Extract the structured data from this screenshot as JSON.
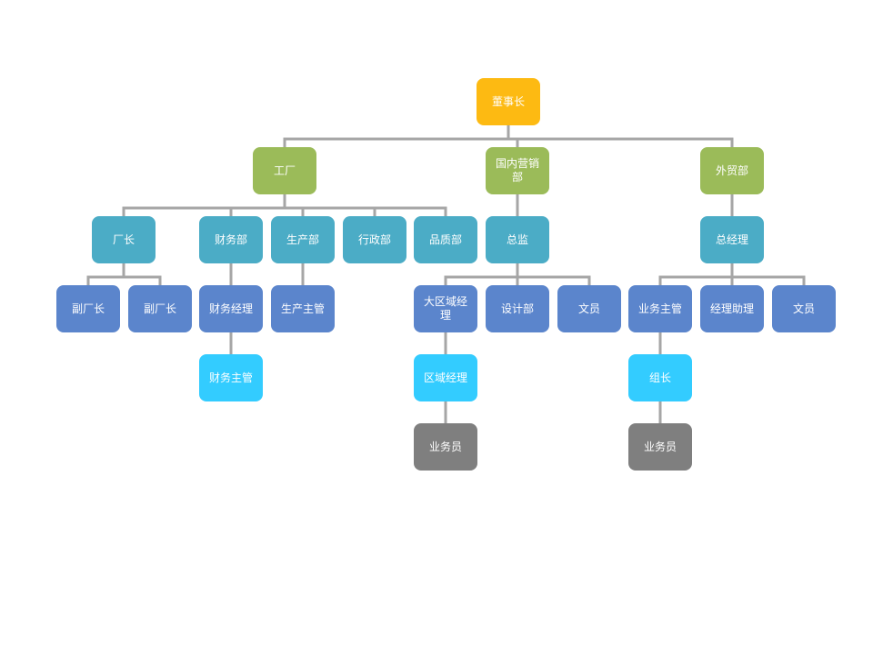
{
  "colors": {
    "chairman": "#FDBA12",
    "division": "#9BBB59",
    "department": "#4BACC6",
    "staff": "#5B85CC",
    "supervisor": "#33CCFF",
    "clerk": "#7F7F7F",
    "connector": "#A6A6A6"
  },
  "org": {
    "chairman": "董事长",
    "factory": {
      "label": "工厂",
      "plant_manager": "厂长",
      "deputy_1": "副厂长",
      "deputy_2": "副厂长",
      "finance_dept": "财务部",
      "finance_manager": "财务经理",
      "finance_supervisor": "财务主管",
      "production_dept": "生产部",
      "production_supervisor": "生产主管",
      "admin_dept": "行政部",
      "quality_dept": "品质部"
    },
    "domestic": {
      "label": "国内营销部",
      "director": "总监",
      "regional_manager": "大区域经理",
      "area_manager": "区域经理",
      "salesperson": "业务员",
      "design_dept": "设计部",
      "clerk": "文员"
    },
    "foreign": {
      "label": "外贸部",
      "general_manager": "总经理",
      "business_supervisor": "业务主管",
      "team_leader": "组长",
      "salesperson": "业务员",
      "manager_assistant": "经理助理",
      "clerk": "文员"
    }
  }
}
